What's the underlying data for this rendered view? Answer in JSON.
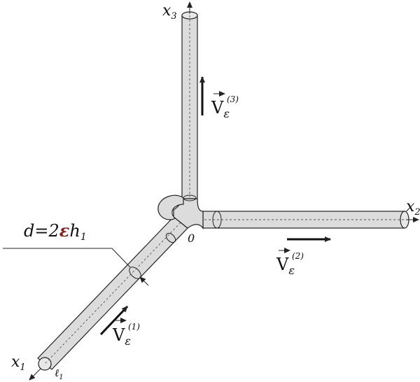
{
  "axes": {
    "x1": {
      "base": "x",
      "sub": "1"
    },
    "x2": {
      "base": "x",
      "sub": "2"
    },
    "x3": {
      "base": "x",
      "sub": "3"
    }
  },
  "origin_label": "0",
  "length_label": {
    "base": "ℓ",
    "sub": "1"
  },
  "diameter_label": {
    "prefix": "d=2",
    "epsilon": "ε",
    "h": "h",
    "sub": "1"
  },
  "velocities": [
    {
      "symbol": "V",
      "sub": "ε",
      "sup": "(1)"
    },
    {
      "symbol": "V",
      "sub": "ε",
      "sup": "(2)"
    },
    {
      "symbol": "V",
      "sub": "ε",
      "sup": "(3)"
    }
  ],
  "colors": {
    "tube_fill": "#dcdcdc",
    "epsilon": "#8b1a1a",
    "ink": "#222222"
  }
}
